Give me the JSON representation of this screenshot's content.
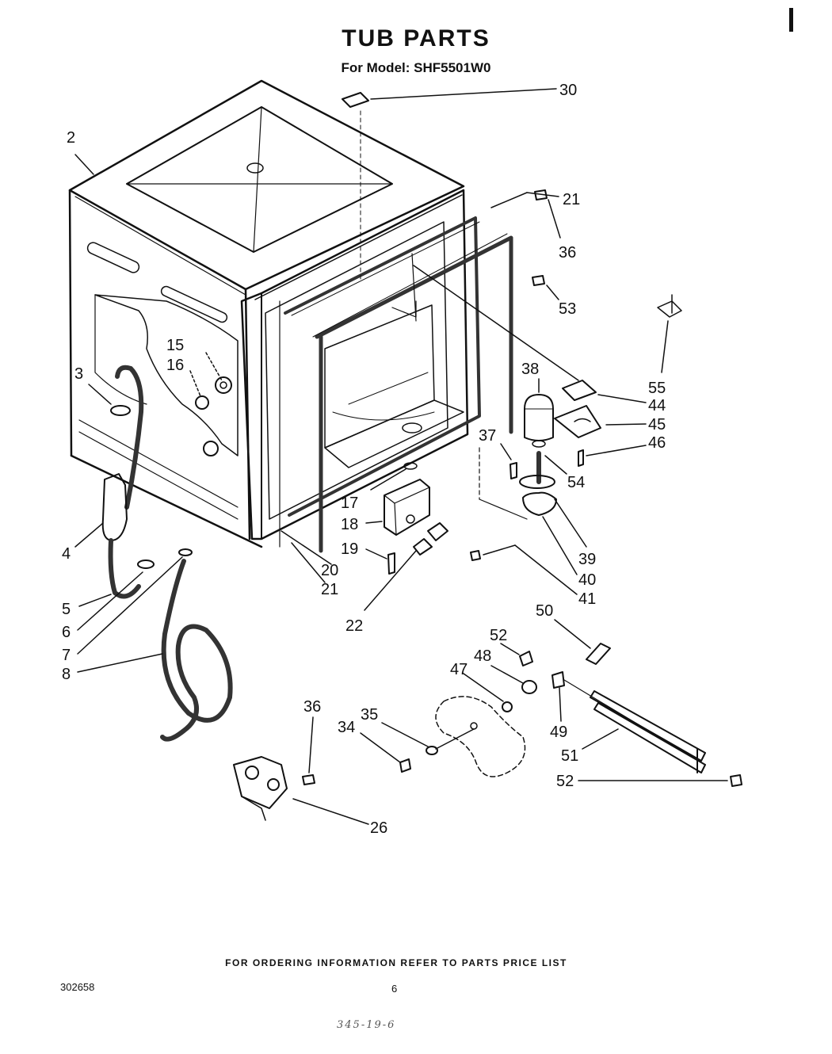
{
  "header": {
    "title": "TUB PARTS",
    "subtitle": "For Model: SHF5501W0"
  },
  "callouts": [
    {
      "id": "c30",
      "label": "30"
    },
    {
      "id": "c2",
      "label": "2"
    },
    {
      "id": "c21a",
      "label": "21"
    },
    {
      "id": "c36a",
      "label": "36"
    },
    {
      "id": "c53",
      "label": "53"
    },
    {
      "id": "c15",
      "label": "15"
    },
    {
      "id": "c16",
      "label": "16"
    },
    {
      "id": "c3",
      "label": "3"
    },
    {
      "id": "c38",
      "label": "38"
    },
    {
      "id": "c55",
      "label": "55"
    },
    {
      "id": "c44",
      "label": "44"
    },
    {
      "id": "c45",
      "label": "45"
    },
    {
      "id": "c46",
      "label": "46"
    },
    {
      "id": "c37",
      "label": "37"
    },
    {
      "id": "c54",
      "label": "54"
    },
    {
      "id": "c17",
      "label": "17"
    },
    {
      "id": "c18",
      "label": "18"
    },
    {
      "id": "c19",
      "label": "19"
    },
    {
      "id": "c20",
      "label": "20"
    },
    {
      "id": "c21b",
      "label": "21"
    },
    {
      "id": "c39",
      "label": "39"
    },
    {
      "id": "c40",
      "label": "40"
    },
    {
      "id": "c41",
      "label": "41"
    },
    {
      "id": "c4",
      "label": "4"
    },
    {
      "id": "c5",
      "label": "5"
    },
    {
      "id": "c6",
      "label": "6"
    },
    {
      "id": "c7",
      "label": "7"
    },
    {
      "id": "c8",
      "label": "8"
    },
    {
      "id": "c22",
      "label": "22"
    },
    {
      "id": "c50",
      "label": "50"
    },
    {
      "id": "c52a",
      "label": "52"
    },
    {
      "id": "c48",
      "label": "48"
    },
    {
      "id": "c47",
      "label": "47"
    },
    {
      "id": "c49",
      "label": "49"
    },
    {
      "id": "c51",
      "label": "51"
    },
    {
      "id": "c52b",
      "label": "52"
    },
    {
      "id": "c36b",
      "label": "36"
    },
    {
      "id": "c35",
      "label": "35"
    },
    {
      "id": "c34",
      "label": "34"
    },
    {
      "id": "c26",
      "label": "26"
    }
  ],
  "footer": {
    "ordering_note": "FOR ORDERING INFORMATION REFER TO PARTS PRICE LIST",
    "doc_number": "302658",
    "page_number": "6",
    "handwritten_note": "345-19-6"
  }
}
